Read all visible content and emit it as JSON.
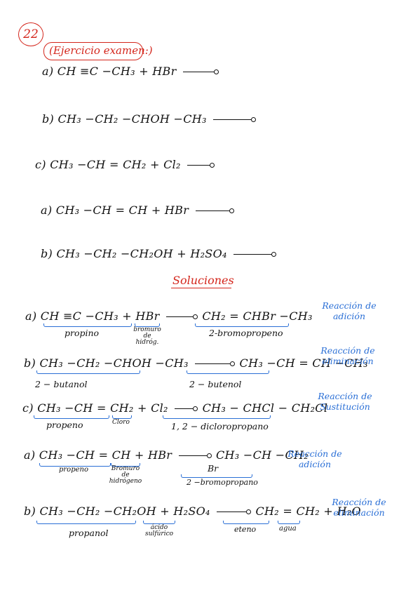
{
  "header": {
    "number": "22",
    "title": "(Ejercicio examen:)"
  },
  "exercises": [
    {
      "letter": "a)",
      "reaction": "CH ≡C −CH₃ + HBr"
    },
    {
      "letter": "b)",
      "reaction": "CH₃ −CH₂ −CHOH −CH₃"
    },
    {
      "letter": "c)",
      "reaction": "CH₃ −CH = CH₂ + Cl₂"
    },
    {
      "letter": "a)",
      "reaction": "CH₃ −CH = CH + HBr"
    },
    {
      "letter": "b)",
      "reaction": "CH₃ −CH₂ −CH₂OH + H₂SO₄"
    }
  ],
  "solutions_title": "Soluciones",
  "solutions": [
    {
      "letter": "a)",
      "reactant1": "CH ≡C −CH₃",
      "plus": "+",
      "reactant2": "HBr",
      "product": "CH₂ = CHBr −CH₃",
      "reactant1_name": "propino",
      "reactant2_name": "bromuro de hidróg.",
      "product_name": "2-bromopropeno",
      "type": "Reacción de adición"
    },
    {
      "letter": "b)",
      "reactant1": "CH₃ −CH₂ −CHOH −CH₃",
      "product": "CH₃ −CH = CH −CH₃",
      "reactant1_name": "2 − butanol",
      "product_name": "2 − butenol",
      "type": "Reacción de eliminación"
    },
    {
      "letter": "c)",
      "reactant1": "CH₃ −CH = CH₂",
      "plus": "+",
      "reactant2": "Cl₂",
      "product": "CH₃ − CHCl − CH₂Cl",
      "reactant1_name": "propeno",
      "reactant2_name": "Cloro",
      "product_name": "1, 2 − dicloropropano",
      "type": "Reacción de Sustitución"
    },
    {
      "letter": "a)",
      "reactant1": "CH₃ −CH = CH",
      "plus": "+",
      "reactant2": "HBr",
      "product": "CH₃ −CH −CH₂",
      "product_sub": "Br",
      "reactant1_name": "propeno",
      "reactant2_name": "Bromuro de hidrógeno",
      "product_name": "2 −bromopropano",
      "type": "Reacción de adición"
    },
    {
      "letter": "b)",
      "reactant1": "CH₃ −CH₂ −CH₂OH",
      "plus": "+",
      "reactant2": "H₂SO₄",
      "product1": "CH₂ = CH₂",
      "plus2": "+",
      "product2": "H₂O",
      "reactant1_name": "propanol",
      "reactant2_name": "ácido sulfúrico",
      "product1_name": "eteno",
      "product2_name": "agua",
      "type": "Reacción de eliminación"
    }
  ]
}
